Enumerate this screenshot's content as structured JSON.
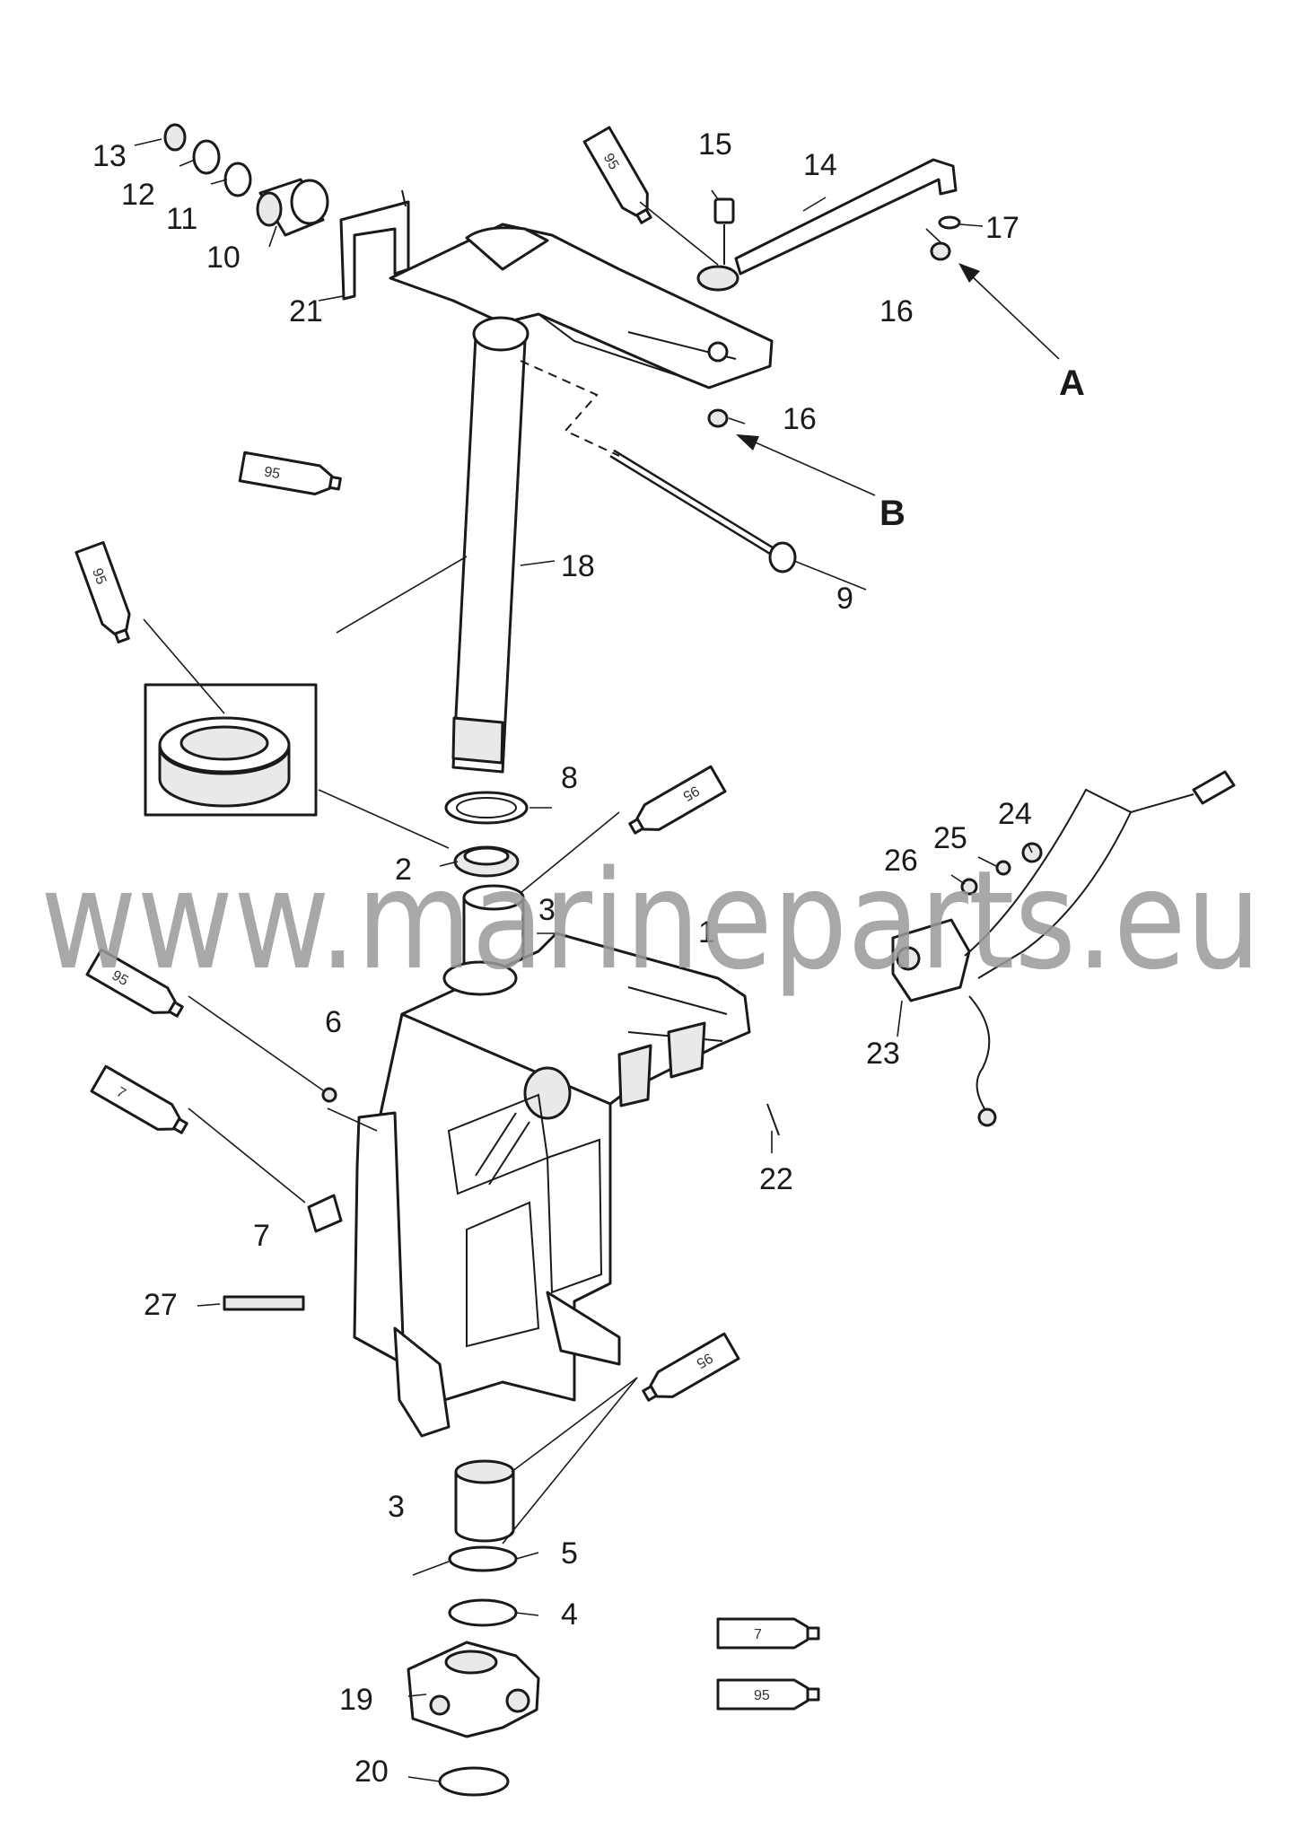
{
  "watermark": "www.marineparts.eu",
  "callouts": [
    "1",
    "2",
    "3",
    "3",
    "4",
    "5",
    "6",
    "7",
    "8",
    "9",
    "10",
    "11",
    "12",
    "13",
    "14",
    "15",
    "16",
    "16",
    "17",
    "18",
    "19",
    "20",
    "21",
    "22",
    "23",
    "24",
    "25",
    "26",
    "27"
  ],
  "arrow_labels": [
    "A",
    "B"
  ],
  "tube_labels": [
    "95",
    "95",
    "95",
    "95",
    "95",
    "7",
    "95",
    "7",
    "95"
  ]
}
